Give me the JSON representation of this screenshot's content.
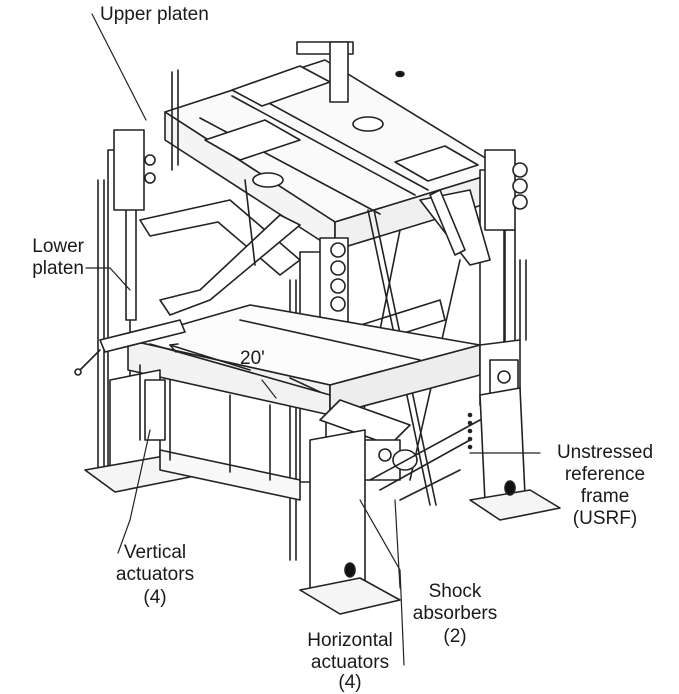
{
  "labels": {
    "upper_platen": "Upper platen",
    "lower_platen_1": "Lower",
    "lower_platen_2": "platen",
    "dimension": "20'",
    "usrf_1": "Unstressed",
    "usrf_2": "reference",
    "usrf_3": "frame",
    "usrf_4": "(USRF)",
    "vertical_1": "Vertical",
    "vertical_2": "actuators",
    "vertical_3": "(4)",
    "shock_1": "Shock",
    "shock_2": "absorbers",
    "shock_3": "(2)",
    "horizontal_1": "Horizontal",
    "horizontal_2": "actuators",
    "horizontal_3": "(4)"
  }
}
